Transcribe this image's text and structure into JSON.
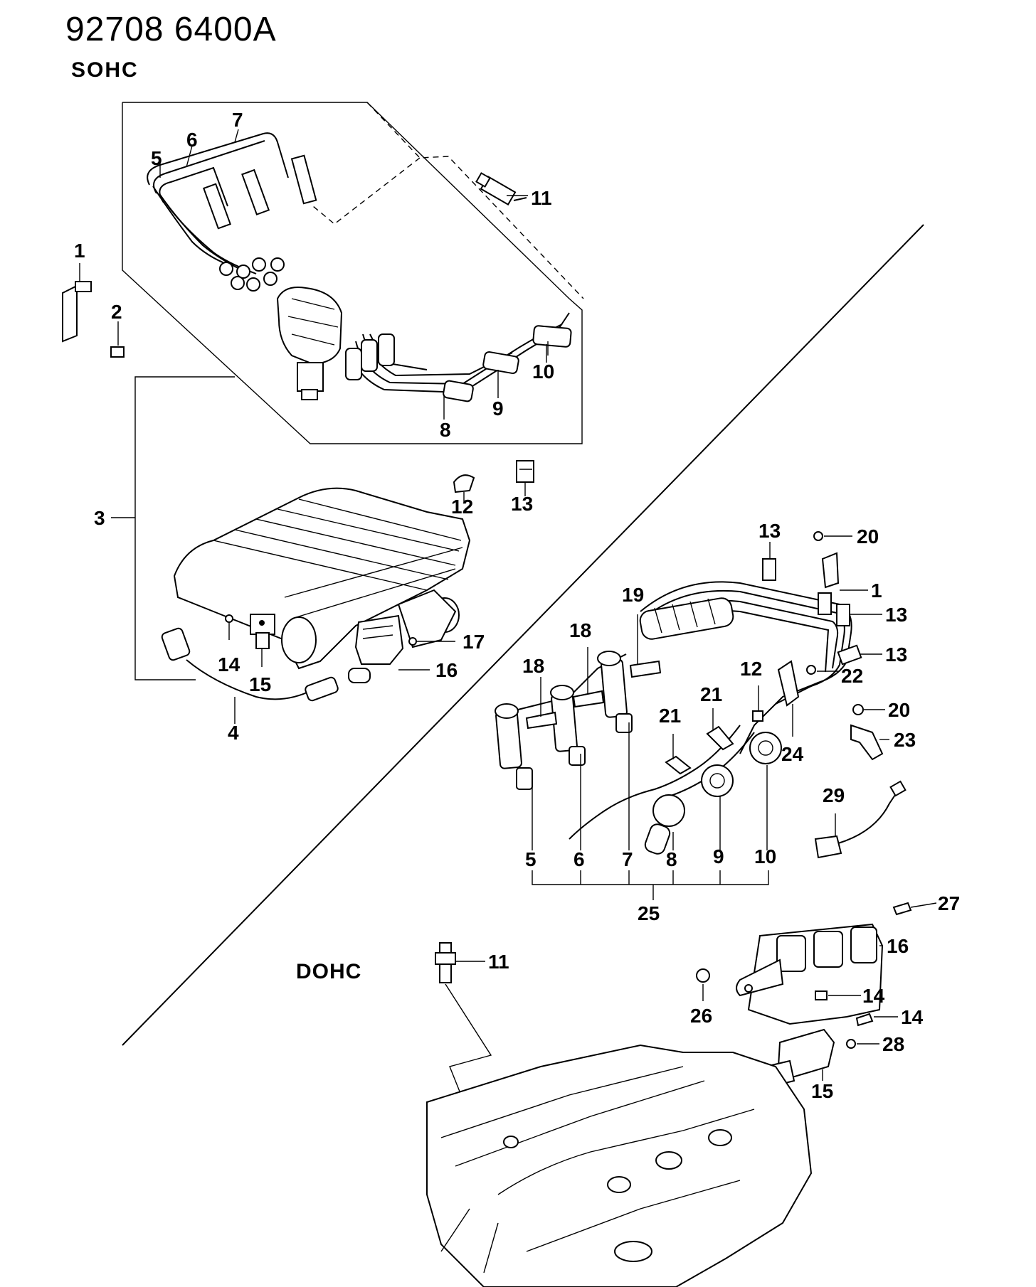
{
  "header": {
    "doc_number": "92708 6400A",
    "sohc_label": "SOHC",
    "dohc_label": "DOHC"
  },
  "callouts": {
    "sohc": {
      "c1": "1",
      "c2": "2",
      "c3": "3",
      "c4": "4",
      "c5": "5",
      "c6": "6",
      "c7": "7",
      "c8": "8",
      "c9": "9",
      "c10": "10",
      "c11": "11",
      "c12": "12",
      "c13": "13",
      "c14": "14",
      "c15": "15",
      "c16": "16",
      "c17": "17"
    },
    "dohc": {
      "c1": "1",
      "c5": "5",
      "c6": "6",
      "c7": "7",
      "c8": "8",
      "c9": "9",
      "c10": "10",
      "c11": "11",
      "c12": "12",
      "c13a": "13",
      "c13b": "13",
      "c13c": "13",
      "c14a": "14",
      "c14b": "14",
      "c15": "15",
      "c16": "16",
      "c18a": "18",
      "c18b": "18",
      "c19": "19",
      "c20a": "20",
      "c20b": "20",
      "c21a": "21",
      "c21b": "21",
      "c22": "22",
      "c23": "23",
      "c24": "24",
      "c25": "25",
      "c26": "26",
      "c27": "27",
      "c28": "28",
      "c29": "29"
    }
  }
}
